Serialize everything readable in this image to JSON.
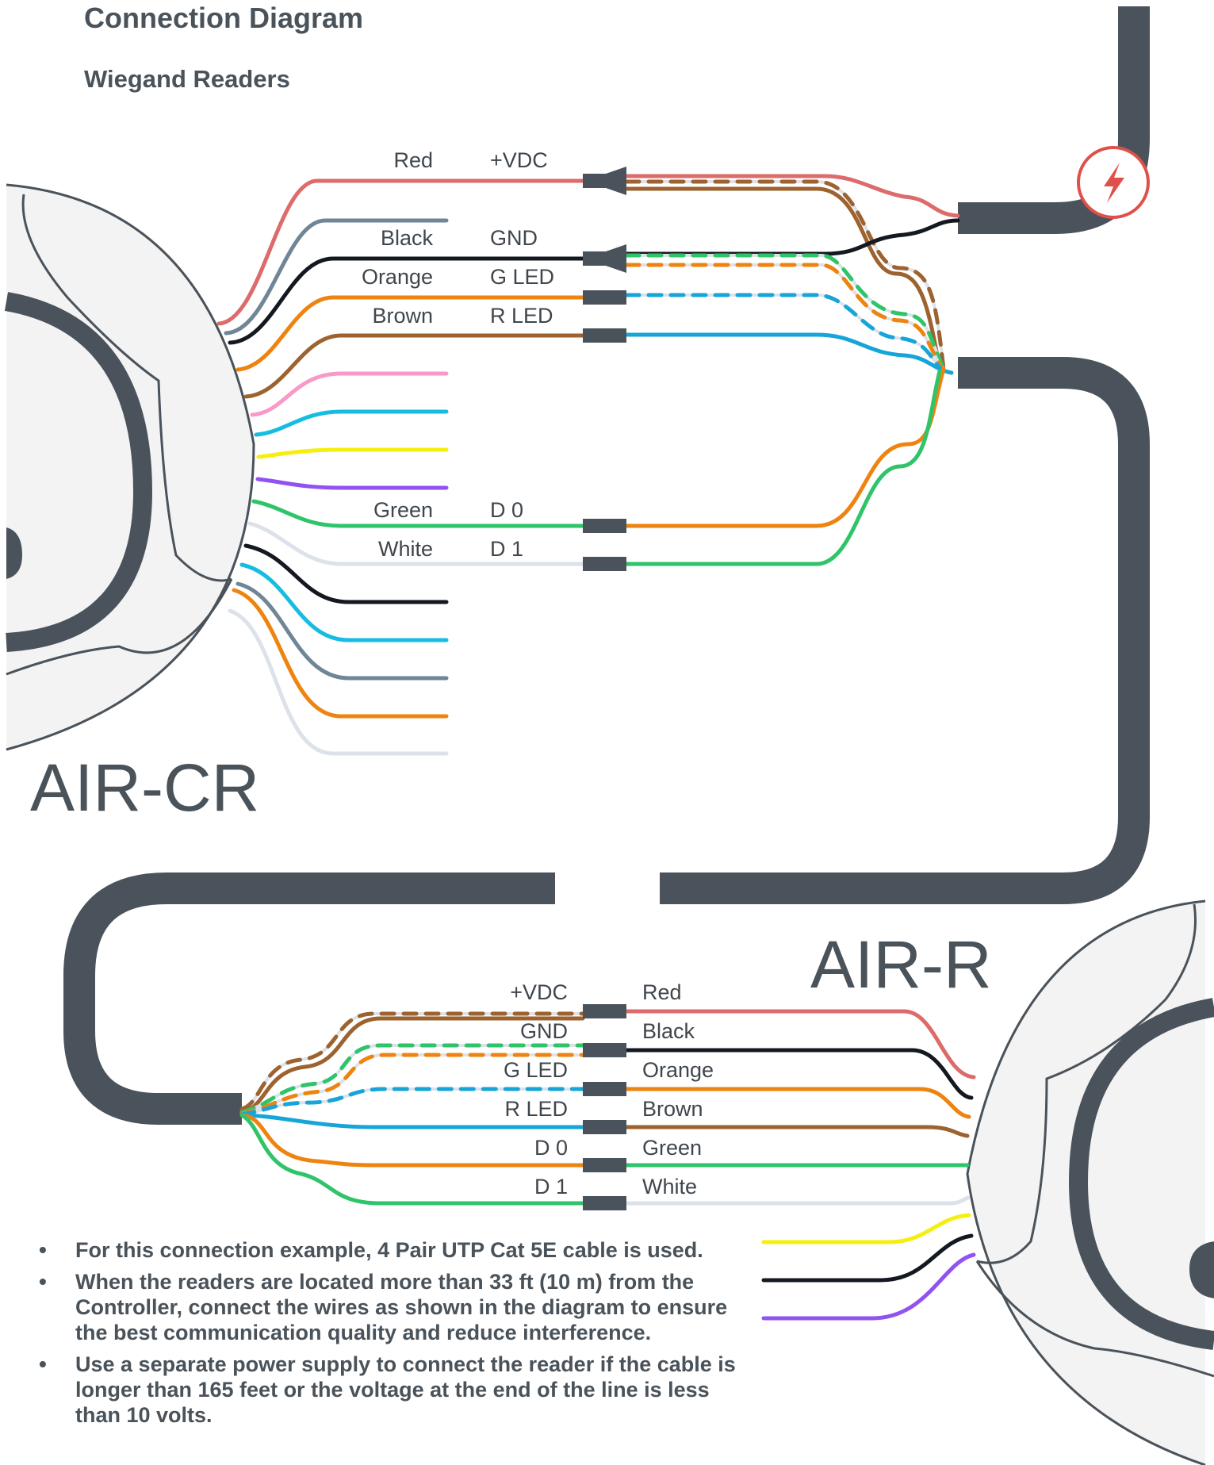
{
  "header": {
    "title": "Connection Diagram",
    "subtitle": "Wiegand Readers"
  },
  "devices": {
    "controller": "AIR-CR",
    "reader": "AIR-R"
  },
  "top_wires": [
    {
      "color": "Red",
      "signal": "+VDC"
    },
    {
      "color": "Black",
      "signal": "GND"
    },
    {
      "color": "Orange",
      "signal": "G LED"
    },
    {
      "color": "Brown",
      "signal": "R LED"
    },
    {
      "color": "Green",
      "signal": "D 0"
    },
    {
      "color": "White",
      "signal": "D 1"
    }
  ],
  "bottom_wires": [
    {
      "signal": "+VDC",
      "color": "Red"
    },
    {
      "signal": "GND",
      "color": "Black"
    },
    {
      "signal": "G LED",
      "color": "Orange"
    },
    {
      "signal": "R LED",
      "color": "Brown"
    },
    {
      "signal": "D 0",
      "color": "Green"
    },
    {
      "signal": "D 1",
      "color": "White"
    }
  ],
  "icons": {
    "power": "power-supply-icon"
  },
  "colors": {
    "red": "#dd6b6b",
    "black": "#141820",
    "orange": "#ee8410",
    "brown": "#9c6330",
    "green": "#2fc46a",
    "white": "#dde2ea",
    "blue": "#17a5d8",
    "gray": "#6f8696",
    "pink": "#f79ac7",
    "cyan": "#16bde0",
    "yellow": "#f5ef10",
    "purple": "#9252f2",
    "cable": "#4a535c",
    "power_red": "#e0504a"
  },
  "notes": [
    "For this connection example, 4 Pair UTP Cat 5E cable is used.",
    "When the readers are located more than 33 ft (10 m) from the Controller, connect the wires as shown in the diagram to ensure the best communication quality and reduce interference.",
    "Use a separate power supply to connect the reader if the cable is longer than 165 feet or the voltage at the end of the line is less than 10 volts."
  ]
}
